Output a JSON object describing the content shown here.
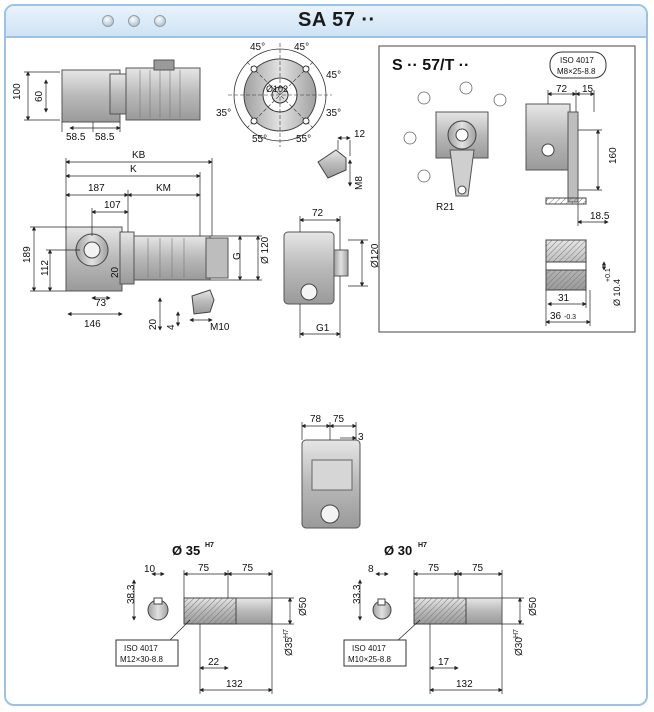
{
  "header": {
    "title": "SA 57 ··"
  },
  "side_view": {
    "dim_height": "100",
    "dim_flange": "60",
    "dim_left": "58.5",
    "dim_right": "58.5"
  },
  "flange_view": {
    "bolt_circle": "Ø102",
    "angles": [
      "45°",
      "45°",
      "45°",
      "35°",
      "35°",
      "55°",
      "55°"
    ]
  },
  "shaft_key": {
    "width": "12",
    "thread": "M8"
  },
  "main_view": {
    "kb": "KB",
    "k": "K",
    "km": "KM",
    "len187": "187",
    "len107": "107",
    "h189": "189",
    "h112": "112",
    "d20": "20",
    "d73": "73",
    "d146": "146",
    "g": "G",
    "dia120": "Ø 120"
  },
  "foot_detail": {
    "d20": "20",
    "d4": "4",
    "thread": "M10"
  },
  "end_view": {
    "width": "72",
    "dia": "Ø120",
    "g1": "G1"
  },
  "torque_arm": {
    "title": "S ·· 57/T ··",
    "iso_line1": "ISO 4017",
    "iso_line2": "M8×25-8.8",
    "d72": "72",
    "d15": "15",
    "d160": "160",
    "radius": "R21",
    "d18_5": "18.5",
    "d31": "31",
    "d36": "36",
    "d36_tol": "-0.3",
    "bore": "Ø 10.4",
    "bore_tol": "+0.1"
  },
  "center_view": {
    "d78": "78",
    "d75": "75",
    "d3": "3"
  },
  "shaft35": {
    "heading": "Ø 35",
    "heading_tol": "H7",
    "d10": "10",
    "d38_3": "38.3",
    "d75a": "75",
    "d75b": "75",
    "iso_line1": "ISO 4017",
    "iso_line2": "M12×30-8.8",
    "d22": "22",
    "d132": "132",
    "dia50": "Ø50",
    "bore": "Ø35",
    "bore_tol": "H7"
  },
  "shaft30": {
    "heading": "Ø 30",
    "heading_tol": "H7",
    "d8": "8",
    "d33_3": "33.3",
    "d75a": "75",
    "d75b": "75",
    "iso_line1": "ISO 4017",
    "iso_line2": "M10×25-8.8",
    "d17": "17",
    "d132": "132",
    "dia50": "Ø50",
    "bore": "Ø30",
    "bore_tol": "H7"
  }
}
